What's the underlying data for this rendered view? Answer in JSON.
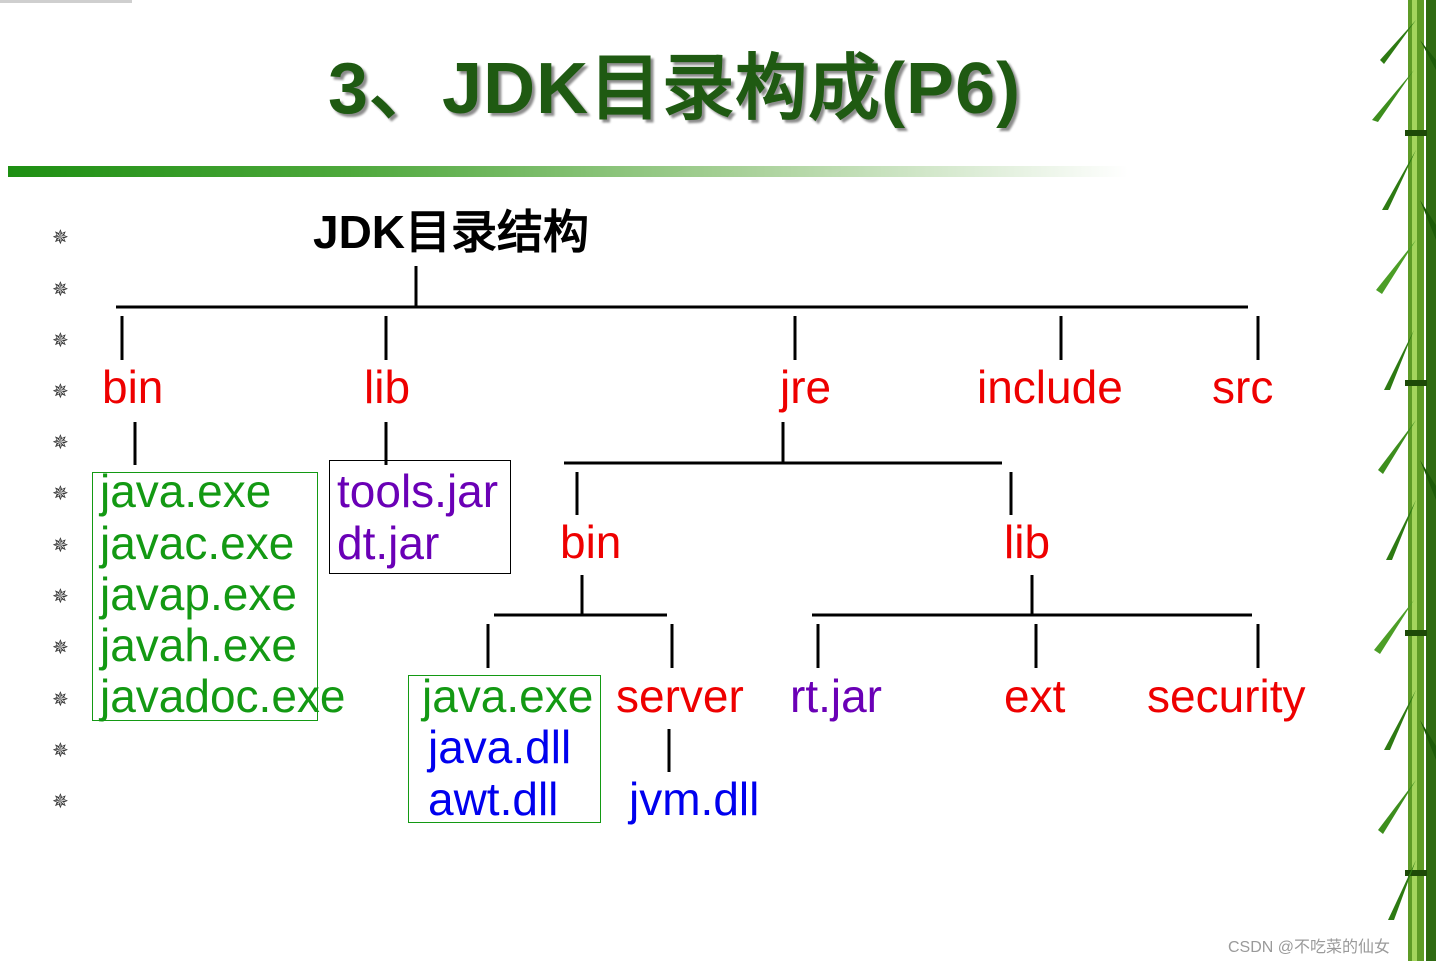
{
  "slide": {
    "title": "3、JDK目录构成(P6)",
    "root_label": "JDK目录结构",
    "bullet_glyph": "✵",
    "watermark": "CSDN @不吃菜的仙女"
  },
  "tree": {
    "top_level": {
      "bin": "bin",
      "lib": "lib",
      "jre": "jre",
      "include": "include",
      "src": "src"
    },
    "bin_files": [
      "java.exe",
      "javac.exe",
      "javap.exe",
      "javah.exe",
      "javadoc.exe"
    ],
    "lib_files": [
      "tools.jar",
      "dt.jar"
    ],
    "jre_children": {
      "bin": "bin",
      "lib": "lib"
    },
    "jre_bin_files": [
      "java.exe",
      "java.dll",
      "awt.dll"
    ],
    "jre_bin_server": {
      "label": "server",
      "child": "jvm.dll"
    },
    "jre_lib_children": {
      "rt_jar": "rt.jar",
      "ext": "ext",
      "security": "security"
    }
  },
  "colors": {
    "title": "#1f5a12",
    "folder": "#ee0000",
    "executable": "#139913",
    "jar": "#6a00b6",
    "dll": "#0000ee",
    "box_green": "#139913",
    "box_black": "#000000"
  }
}
